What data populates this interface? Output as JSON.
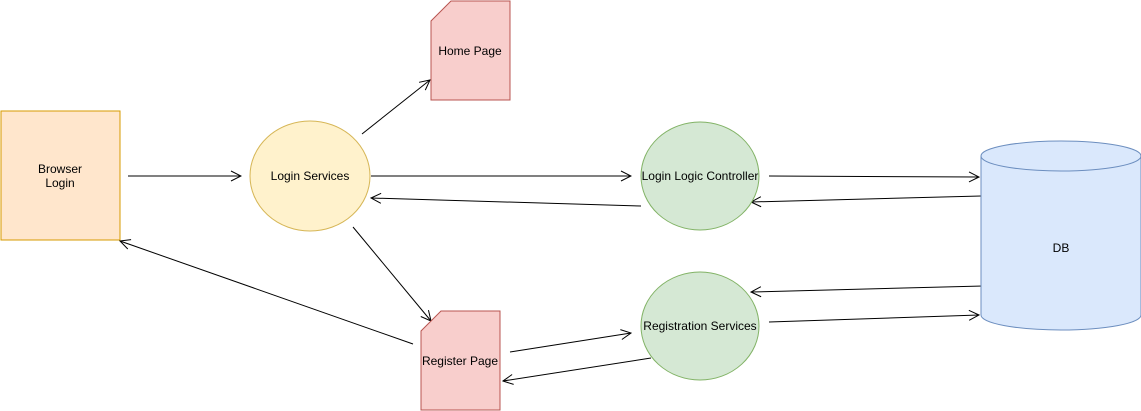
{
  "nodes": {
    "browser_login": {
      "line1": "Browser",
      "line2": "Login"
    },
    "login_services": {
      "label": "Login Services"
    },
    "home_page": {
      "label": "Home Page"
    },
    "login_logic_controller": {
      "label": "Login Logic Controller"
    },
    "db": {
      "label": "DB"
    },
    "registration_services": {
      "label": "Registration Services"
    },
    "register_page": {
      "label": "Register Page"
    }
  },
  "colors": {
    "browser_fill": "#ffe6cc",
    "browser_stroke": "#d79b00",
    "login_services_fill": "#fff2cc",
    "login_services_stroke": "#d6b656",
    "page_fill": "#f8cecc",
    "page_stroke": "#b85450",
    "service_fill": "#d5e8d4",
    "service_stroke": "#82b366",
    "db_fill": "#dae8fc",
    "db_stroke": "#6c8ebf",
    "edge": "#000000"
  }
}
